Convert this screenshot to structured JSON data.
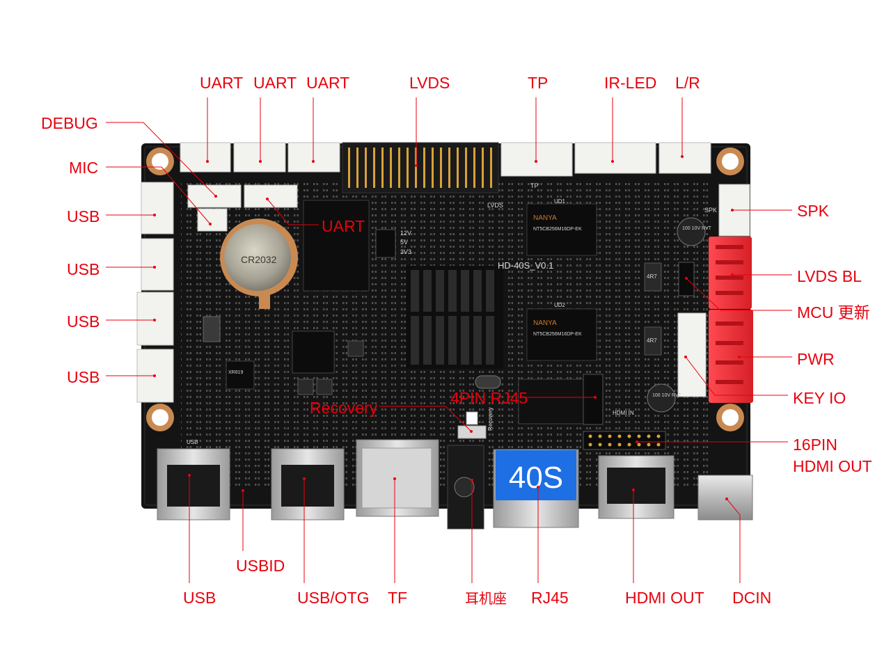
{
  "labels": {
    "top": {
      "uart1": "UART",
      "uart2": "UART",
      "uart3": "UART",
      "lvds": "LVDS",
      "tp": "TP",
      "ir_led": "IR-LED",
      "lr": "L/R"
    },
    "left": {
      "debug": "DEBUG",
      "mic": "MIC",
      "usb1": "USB",
      "usb2": "USB",
      "usb3": "USB",
      "usb4": "USB"
    },
    "right": {
      "spk": "SPK",
      "lvds_bl": "LVDS BL",
      "mcu_update": "MCU 更新",
      "pwr": "PWR",
      "key_io": "KEY IO",
      "pin16": "16PIN",
      "hdmi_out": "HDMI OUT"
    },
    "board": {
      "uart": "UART",
      "recovery": "Recovery",
      "rj45_4pin": "4PIN RJ45"
    },
    "bottom": {
      "usb": "USB",
      "usbid": "USBID",
      "usb_otg": "USB/OTG",
      "tf": "TF",
      "earphone": "耳机座",
      "rj45": "RJ45",
      "hdmi_out": "HDMI OUT",
      "dcin": "DCIN"
    }
  },
  "board_text": {
    "model": "HD-40S_V0.1",
    "badge": "40S",
    "ram_brand": "NANYA",
    "ram_part": "NT5CB256M16DP-EK",
    "ud1": "UD1",
    "ud2": "UD2",
    "rtc": "CR2032",
    "lvds_silk": "LVDS",
    "tp_silk": "TP",
    "spk_silk": "SPK",
    "voltage_12v": "12V",
    "voltage_5v": "5V",
    "voltage_3v3": "3V3",
    "hdmi_in": "HDMI IN",
    "usb_silk": "USB",
    "recovery_silk": "Recovery",
    "cap1": "100 10V RVT",
    "cap2": "100 10V RVT",
    "mcu_chip": "XR819",
    "inductor": "4R7"
  },
  "colors": {
    "label": "#e8000d",
    "board": "#141414",
    "connector": "#f2f2ee",
    "red_connector": "#e8262e",
    "hole_ring": "#c98a52",
    "rj45_badge": "#1e6fe3",
    "metal": "#c9c9c9"
  }
}
